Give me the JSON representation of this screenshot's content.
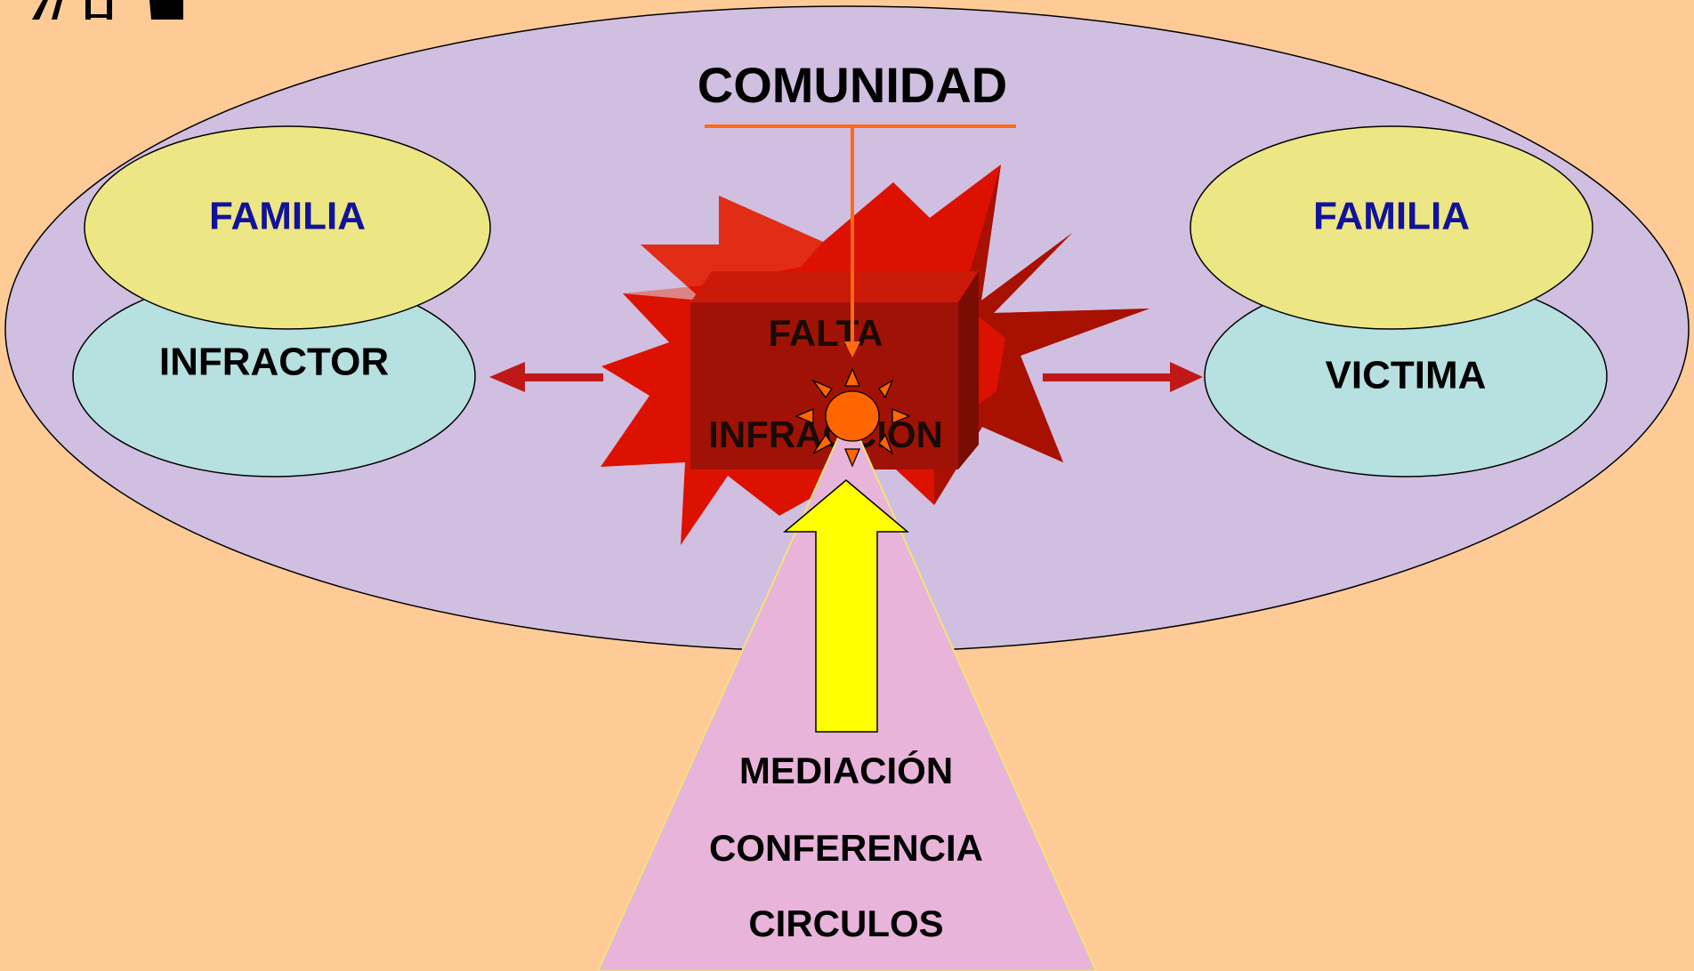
{
  "community": {
    "label": "COMUNIDAD"
  },
  "left": {
    "family": "FAMILIA",
    "party": "INFRACTOR"
  },
  "right": {
    "family": "FAMILIA",
    "party": "VICTIMA"
  },
  "center": {
    "line1": "FALTA",
    "line2": "INFRACCIÓN"
  },
  "methods": [
    "MEDIACIÓN",
    "CONFERENCIA",
    "CIRCULOS"
  ],
  "colors": {
    "background": "#fecb96",
    "community_fill": "#d0bfe0",
    "family_fill": "#ece685",
    "party_fill": "#b7e0e0",
    "explosion": "#dd1100",
    "arrow": "#c01818",
    "beam": "#e8b4da",
    "up_arrow": "#ffff00",
    "sun": "#ff6600",
    "family_text": "#12129a",
    "connector": "#ff6a13"
  }
}
